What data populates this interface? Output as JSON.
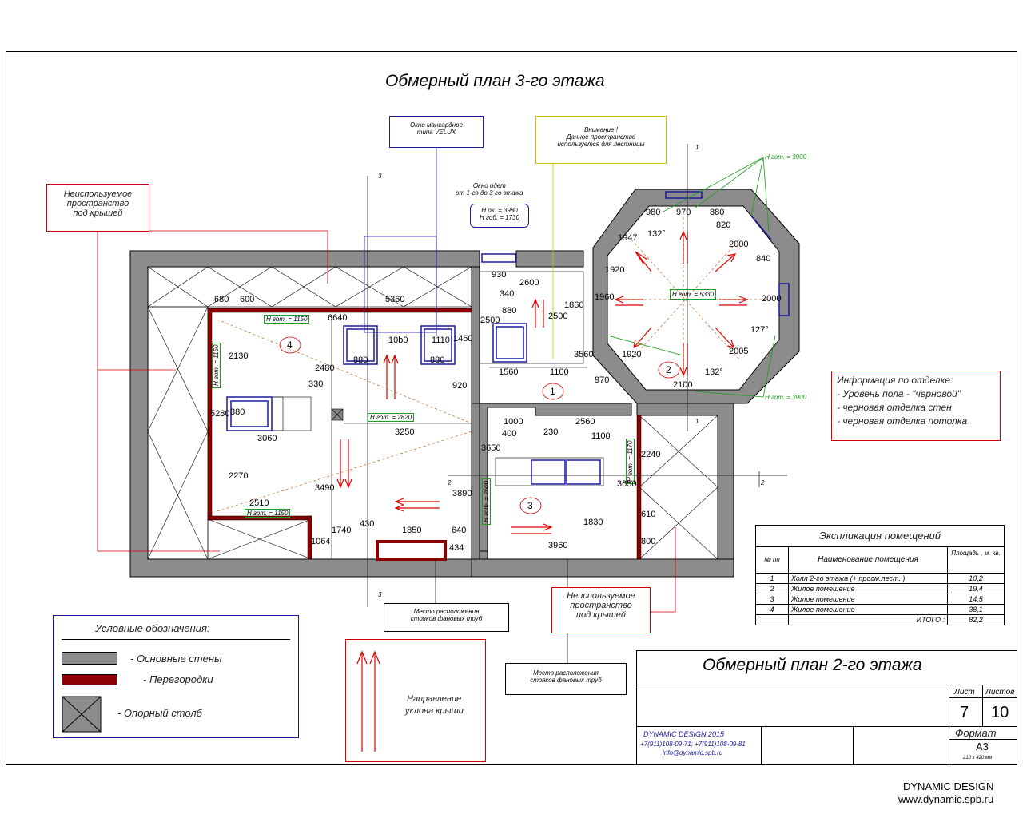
{
  "title_3": "Обмерный план  3-го этажа",
  "notes": {
    "unused_space_left": [
      "Неиспользуемое",
      "пространство",
      "под крышей"
    ],
    "unused_space_bottom": [
      "Неиспользуемое",
      "пространство",
      "под крышей"
    ],
    "velux": [
      "Окно мансардное",
      "типа VELUX"
    ],
    "attention": [
      "Внимание !",
      "Данное пространство",
      "используется для лестницы"
    ],
    "window_floors": [
      "Окно идет",
      "от 1-го до 3-го этажа"
    ],
    "window_heights": [
      "Н ок. = 3980",
      "Н гоб. = 1730"
    ],
    "pipes_1": [
      "Место расположения",
      "стояков фановых труб"
    ],
    "pipes_2": [
      "Место расположения",
      "стояков фановых труб"
    ],
    "roof_slope": [
      "Направление",
      "уклона крыши"
    ]
  },
  "finish_info": {
    "title": "Информация по отделке:",
    "items": [
      "- Уровень пола - \"черновой\"",
      "- черновая отделка стен",
      "- черновая отделка потолка"
    ]
  },
  "legend": {
    "title": "Условные обозначения:",
    "items": [
      "- Основные стены",
      "- Перегородки",
      "- Опорный столб"
    ]
  },
  "explication": {
    "title": "Экспликация помещений",
    "headers": [
      "№ пп",
      "Наименование помещения",
      "Площадь , м. кв."
    ],
    "rows": [
      [
        "1",
        "Холл  2-го этажа  (+ просм.лест. )",
        "10,2"
      ],
      [
        "2",
        "Жилое помещение",
        "19,4"
      ],
      [
        "3",
        "Жилое помещение",
        "14,5"
      ],
      [
        "4",
        "Жилое помещение",
        "38,1"
      ]
    ],
    "total_label": "ИТОГО :",
    "total_value": "82,2"
  },
  "stamp": {
    "title": "Обмерный план  2-го этажа",
    "sheet_label": "Лист",
    "sheets_label": "Листов",
    "sheet": "7",
    "sheets": "10",
    "format_label": "Формат",
    "format": "А3",
    "format_size": "210 х 420 мм",
    "company": "DYNAMIC DESIGN 2015",
    "phones": "+7(911)108-09-71; +7(911)108-09-81",
    "email": "info@dynamic.spb.ru"
  },
  "footer": {
    "brand": "DYNAMIC DESIGN",
    "site": "www.dynamic.spb.ru"
  },
  "heights": {
    "h1150a": "Н гот. = 1150",
    "h1150b": "Н гот. = 1150",
    "h1150c": "Н гот. = 1150",
    "h2820": "Н гот. = 2820",
    "h2600": "Н гот. = 2600",
    "h1170": "Н гот. = 1170",
    "h3900a": "Н гот. = 3900",
    "h3900b": "Н гот. = 3900",
    "h5330": "Н гот. = 5330"
  },
  "rooms": [
    "1",
    "2",
    "3",
    "4"
  ],
  "dims": {
    "d680": "680",
    "d600": "600",
    "d6640": "6640",
    "d5360": "5360",
    "d2130": "2130",
    "d2480": "2480",
    "d10b0": "10b0",
    "d1110": "1110",
    "d880a": "880",
    "d880b": "880",
    "d1460": "1460",
    "d330": "330",
    "d920": "920",
    "d880c": "880",
    "d3060": "3060",
    "d5280": "5280",
    "d3250": "3250",
    "d2270": "2270",
    "d3490": "3490",
    "d3890": "3890",
    "d2510": "2510",
    "d1740": "1740",
    "d430": "430",
    "d1850": "1850",
    "d640": "640",
    "d1064": "1064",
    "d434": "434",
    "d930": "930",
    "d2600": "2600",
    "d340": "340",
    "d880d": "880",
    "d2500a": "2500",
    "d2500b": "2500",
    "d1860": "1860",
    "d1560": "1560",
    "d1100a": "1100",
    "d3560": "3560",
    "d1000": "1000",
    "d230": "230",
    "d2560": "2560",
    "d400": "400",
    "d1100b": "1100",
    "d3650a": "3650",
    "d3650b": "3650",
    "d1830": "1830",
    "d3960": "3960",
    "d2240": "2240",
    "d610": "610",
    "d800": "800",
    "d980": "980",
    "d970a": "970",
    "d880e": "880",
    "d1947": "1947",
    "d132a": "132°",
    "d1920": "1920",
    "d2000a": "2000",
    "d840": "840",
    "d1960": "1960",
    "d2000b": "2000",
    "d1920b": "1920",
    "d2005": "2005",
    "d127": "127°",
    "d970b": "970",
    "d2100": "2100",
    "d132b": "132°",
    "d820": "820",
    "d1920c": "1920"
  },
  "axes": {
    "a3top": "3",
    "a3bot": "3",
    "a1top": "1",
    "a1bot": "1",
    "a2": "2",
    "a2r": "2"
  },
  "colors": {
    "wall": "#8c8c8c",
    "partition": "#8b0000",
    "arrow": "#e00000",
    "window": "#1a1aa0",
    "green": "#1aa01a"
  }
}
